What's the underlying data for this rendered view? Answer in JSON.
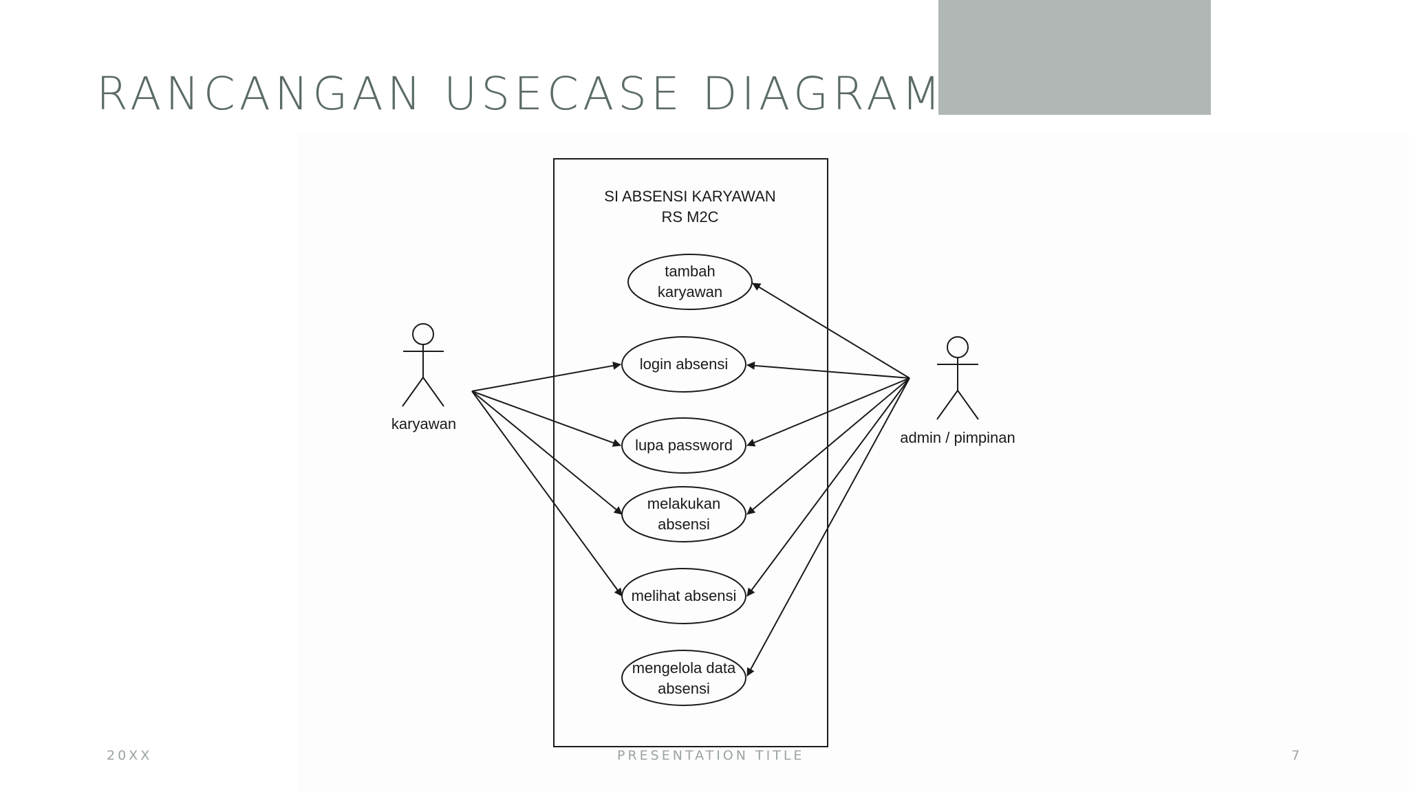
{
  "slide": {
    "title": "RANCANGAN USECASE DIAGRAM",
    "footer_left": "20XX",
    "footer_center": "PRESENTATION TITLE",
    "footer_right": "7"
  },
  "colors": {
    "title": "#5b6b67",
    "accent_block": "#b1b7b4",
    "footer": "#9aa3a0",
    "diagram_line": "#1a1a1a"
  },
  "diagram": {
    "system": {
      "name_line1": "SI ABSENSI KARYAWAN",
      "name_line2": "RS M2C"
    },
    "actors": {
      "karyawan": "karyawan",
      "admin": "admin / pimpinan"
    },
    "usecases": {
      "tambah_karyawan": [
        "tambah",
        "karyawan"
      ],
      "login_absensi": [
        "login absensi"
      ],
      "lupa_password": [
        "lupa password"
      ],
      "melakukan_absensi": [
        "melakukan",
        "absensi"
      ],
      "melihat_absensi": [
        "melihat absensi"
      ],
      "mengelola_data_absensi": [
        "mengelola data",
        "absensi"
      ]
    },
    "associations": [
      {
        "from": "karyawan",
        "to": "login_absensi"
      },
      {
        "from": "karyawan",
        "to": "lupa_password"
      },
      {
        "from": "karyawan",
        "to": "melakukan_absensi"
      },
      {
        "from": "karyawan",
        "to": "melihat_absensi"
      },
      {
        "from": "admin",
        "to": "tambah_karyawan"
      },
      {
        "from": "admin",
        "to": "login_absensi"
      },
      {
        "from": "admin",
        "to": "lupa_password"
      },
      {
        "from": "admin",
        "to": "melakukan_absensi"
      },
      {
        "from": "admin",
        "to": "melihat_absensi"
      },
      {
        "from": "admin",
        "to": "mengelola_data_absensi"
      }
    ]
  }
}
